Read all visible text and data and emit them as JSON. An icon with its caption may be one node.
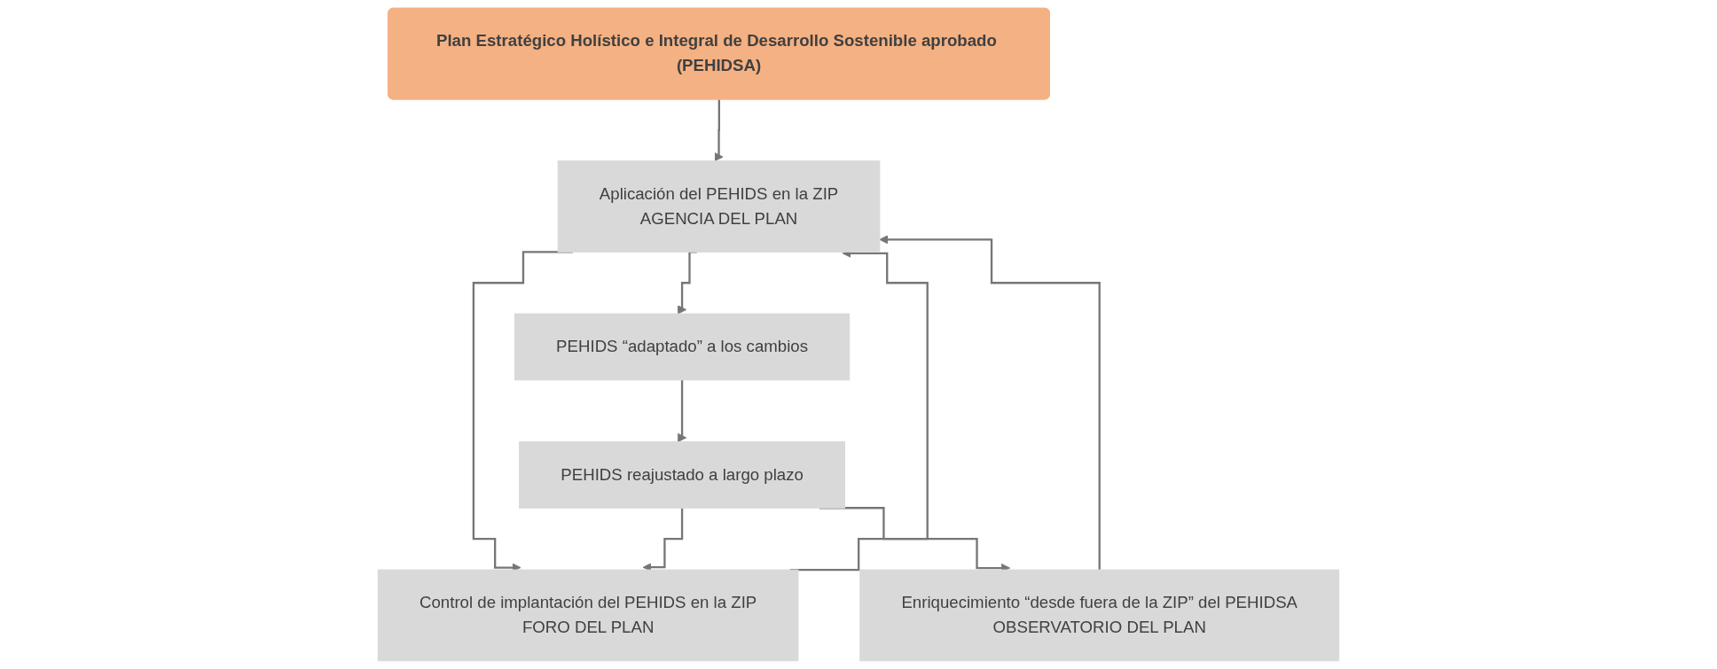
{
  "diagram": {
    "nodes": [
      {
        "text": [
          "Plan Estratégico Holístico e Integral de Desarrollo Sostenible aprobado (PEHIDSA)"
        ]
      },
      {
        "text": [
          "Aplicación del PEHIDS en la ZIP",
          "AGENCIA DEL PLAN"
        ]
      },
      {
        "text": [
          "Control de implantación del PEHIDS en la ZIP",
          "FORO DEL PLAN"
        ]
      },
      {
        "text": [
          "Enriquecimiento “desde fuera de la ZIP” del PEHIDSA",
          "OBSERVATORIO DEL PLAN"
        ]
      },
      {
        "text": [
          "PEHIDS “adaptado” a los cambios"
        ]
      },
      {
        "text": [
          "PEHIDS reajustado a largo plazo"
        ]
      }
    ],
    "edges": [
      {
        "from": 0,
        "to": 1,
        "arrow": "to"
      },
      {
        "from": 1,
        "to": 2,
        "arrow": "to"
      },
      {
        "from": 2,
        "to": 1,
        "arrow": "to"
      },
      {
        "from": 3,
        "to": 1,
        "arrow": "to"
      },
      {
        "from": 1,
        "to": 4,
        "arrow": "to"
      },
      {
        "from": 4,
        "to": 5,
        "arrow": "to"
      },
      {
        "from": 5,
        "to": 2,
        "arrow": "to"
      },
      {
        "from": 5,
        "to": 3,
        "arrow": "to"
      }
    ]
  }
}
